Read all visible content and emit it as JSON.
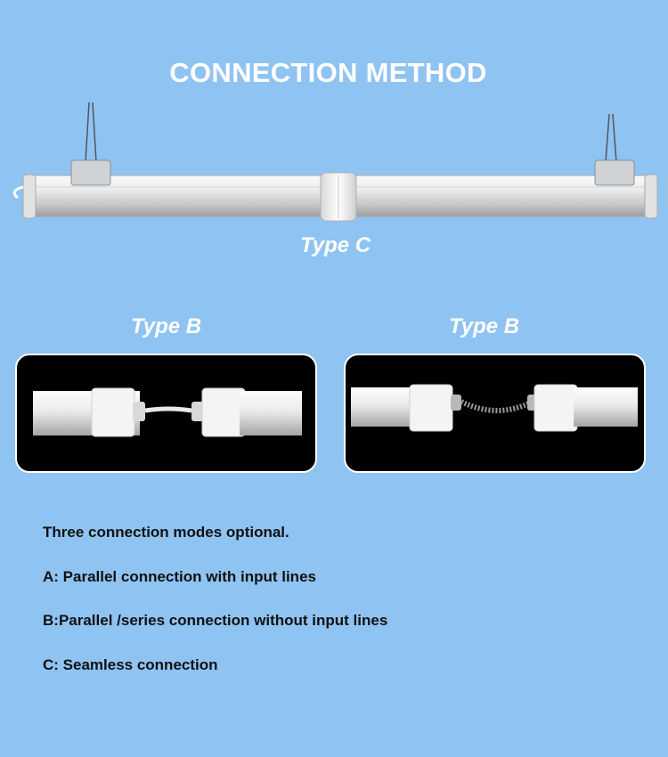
{
  "header": {
    "title": "CONNECTION METHOD"
  },
  "hero": {
    "caption": "Type C"
  },
  "panels": [
    {
      "caption": "Type B"
    },
    {
      "caption": "Type B"
    }
  ],
  "notes": [
    "Three connection modes optional.",
    "A: Parallel connection with input lines",
    "B:Parallel /series connection without input lines",
    "C: Seamless connection"
  ]
}
